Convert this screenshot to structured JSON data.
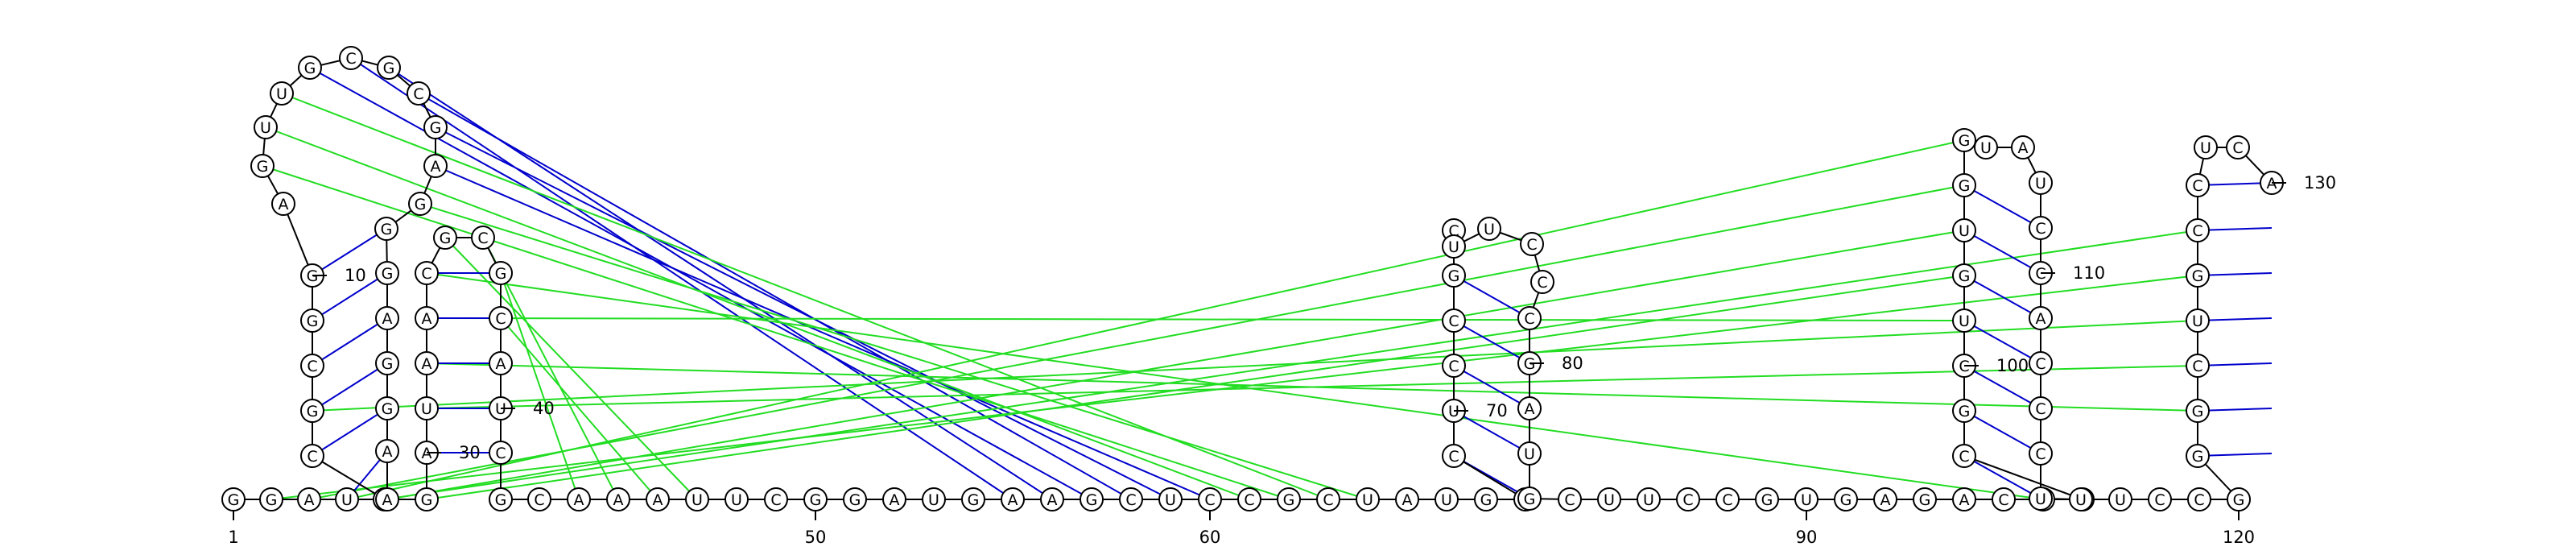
{
  "diagram": {
    "sequence": "GGAUCCGCGGAGUUGCGCGAGGGAGGAAGAUAACGCGCAUCGCAAAUUCGGAUGAAGCUCCGCUAUGACUCCGCUUCCCGAUGCUUCCGUGAGACCGCGCUGUGGUAUCCACCCUUUCCGGGCUGCCUCA",
    "count_note": "",
    "pair_colors": {
      "canonical": "#0000cc",
      "wobble_dot": "#0000cc",
      "tertiary": "#22dd22"
    }
  },
  "index_labels": [
    {
      "n": 1,
      "text": "1"
    },
    {
      "n": 10,
      "text": "10"
    },
    {
      "n": 30,
      "text": "30"
    },
    {
      "n": 40,
      "text": "40"
    },
    {
      "n": 50,
      "text": "50"
    },
    {
      "n": 60,
      "text": "60"
    },
    {
      "n": 70,
      "text": "70"
    },
    {
      "n": 80,
      "text": "80"
    },
    {
      "n": 90,
      "text": "90"
    },
    {
      "n": 100,
      "text": "100"
    },
    {
      "n": 110,
      "text": "110"
    },
    {
      "n": 120,
      "text": "120"
    },
    {
      "n": 130,
      "text": "130"
    }
  ]
}
